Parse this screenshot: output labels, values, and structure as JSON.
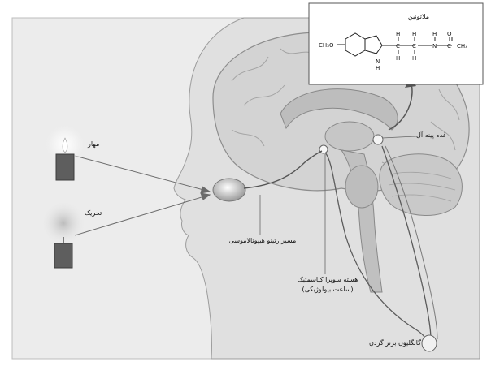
{
  "labels": {
    "melatonin": "ملاتونین",
    "pineal": "غده پینه آل",
    "inhibition": "مهار",
    "stimulation": "تحریک",
    "retinohypothalamic": "مسیر رتینو هیپوتالاموسی",
    "scn_line1": "هسته سوپرا کیاسمتیک",
    "scn_line2": "(ساعت بیولوژیکی)",
    "cervical_ganglion": "گانگلیون برتر گردن"
  },
  "formula": {
    "methoxy": "CH₃O",
    "nh": "N",
    "nh_h": "H",
    "chain": [
      "H",
      "H",
      "H",
      "O"
    ],
    "chain2": [
      "C",
      "C",
      "N",
      "C",
      "CH₃"
    ],
    "chain3": [
      "H",
      "H"
    ]
  },
  "colors": {
    "background": "#ffffff",
    "panel": "#ececec",
    "brain": "#d3d3d3",
    "brain_dark": "#a9a9a9",
    "line": "#555555"
  }
}
